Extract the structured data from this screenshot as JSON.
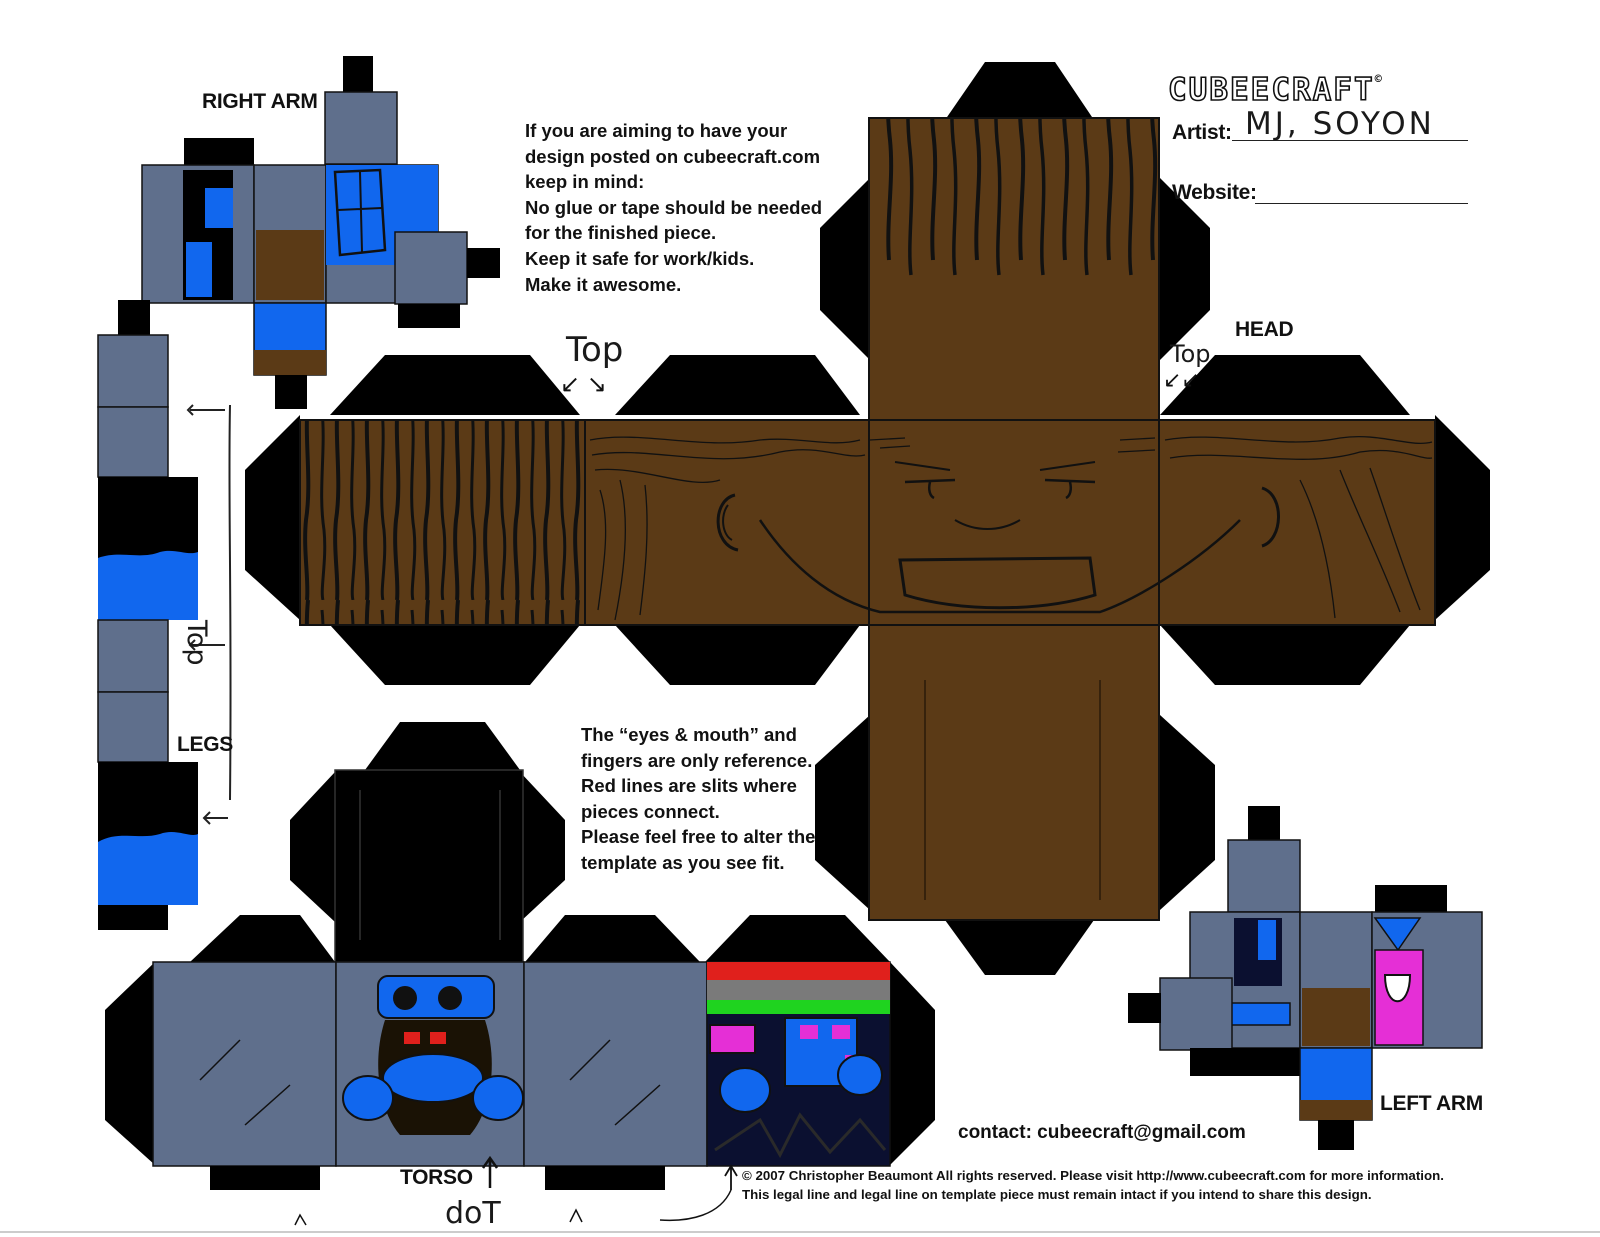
{
  "logo": {
    "text": "CUBEECRAFT",
    "mark": "©"
  },
  "artist": {
    "label": "Artist:",
    "value": "MJ, SOYON"
  },
  "website": {
    "label": "Website:",
    "value": ""
  },
  "instructions_top": [
    "If you are aiming to have your",
    "design posted on cubeecraft.com",
    "keep in mind:",
    "No glue or tape should be needed",
    "for the finished piece.",
    "Keep it safe for work/kids.",
    "Make it awesome."
  ],
  "instructions_middle": [
    "The “eyes & mouth” and",
    "fingers are only reference.",
    "Red lines are slits where",
    "pieces connect.",
    "Please feel free to alter the",
    "template as you see fit."
  ],
  "part_labels": {
    "right_arm": "RIGHT ARM",
    "left_arm": "LEFT ARM",
    "legs": "LEGS",
    "head": "HEAD",
    "torso": "TORSO"
  },
  "handwritten": {
    "top_1": "Top",
    "top_2": "Top",
    "legs_top": "Top",
    "torso_top": "doT"
  },
  "contact": "contact: cubeecraft@gmail.com",
  "legal": [
    "© 2007 Christopher Beaumont All rights reserved. Please visit http://www.cubeecraft.com for more information.",
    "This legal line and legal line on template piece must remain intact if you intend to share this design."
  ],
  "colors": {
    "tab": "#000000",
    "gray_panel": "#5f6f8c",
    "brown": "#5b3a16",
    "blue": "#1167ee",
    "magenta": "#e52fd6",
    "red": "#e0201c",
    "green": "#1fd31f",
    "navy": "#0b1030"
  }
}
